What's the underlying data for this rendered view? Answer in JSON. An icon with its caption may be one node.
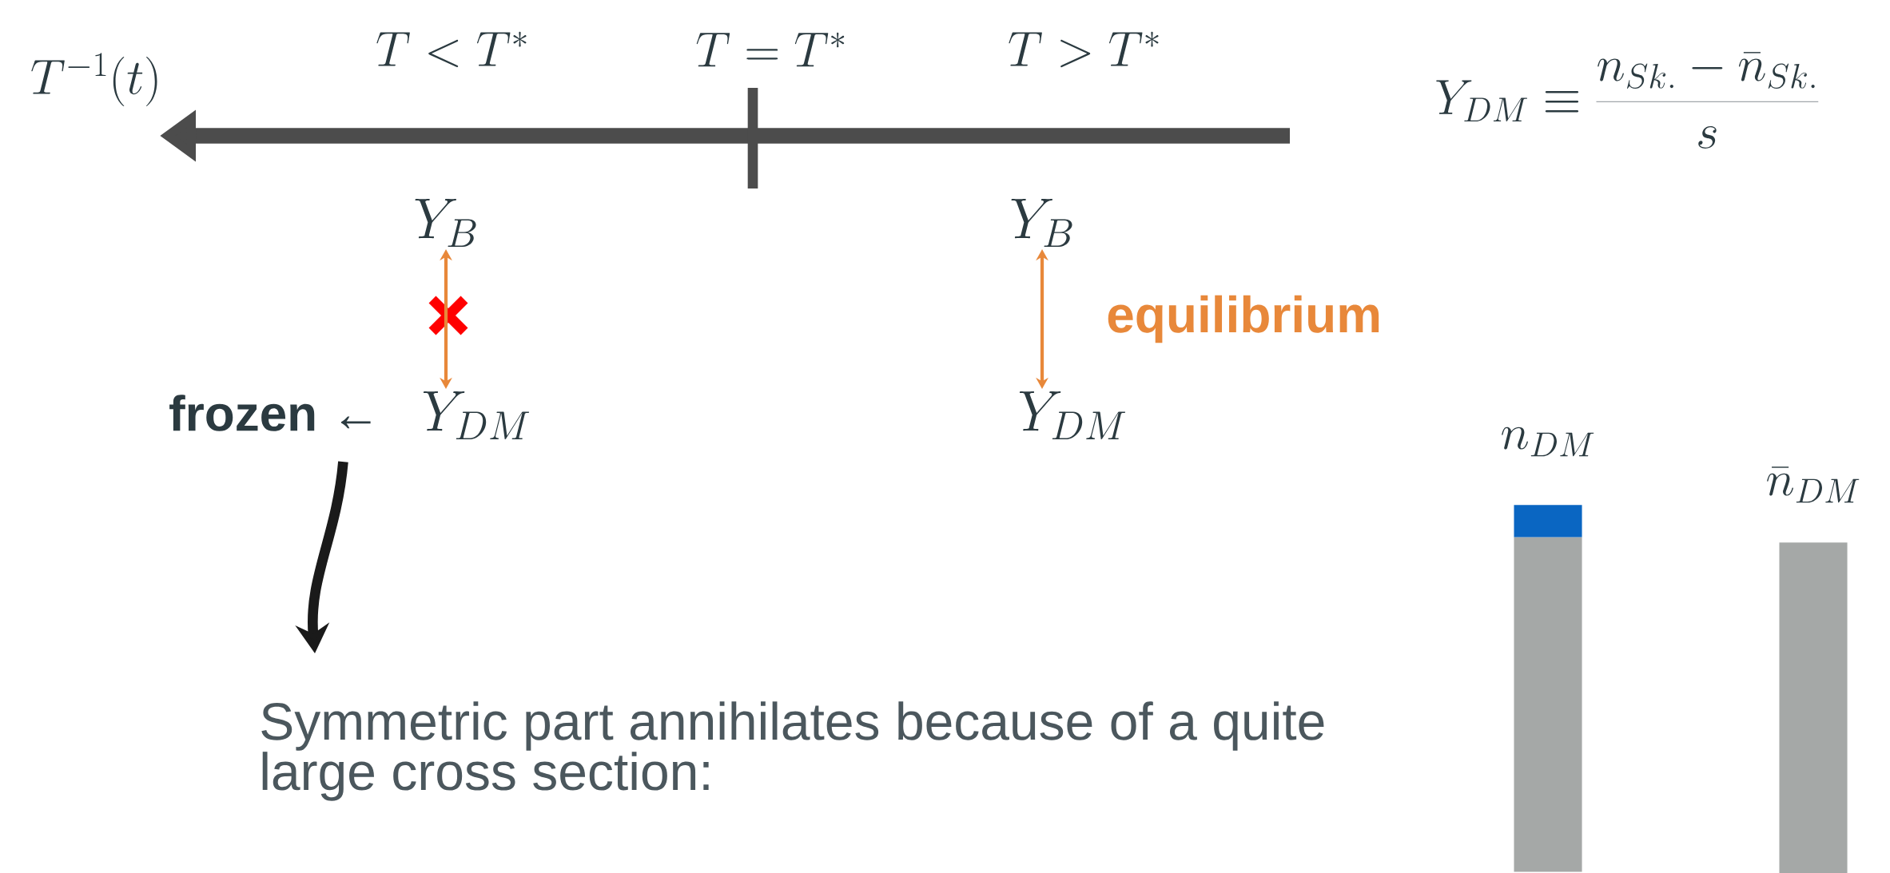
{
  "diagram": {
    "nodes": [
      {
        "text": [
          "Y_B"
        ]
      },
      {
        "text": [
          "Y_{DM}"
        ]
      },
      {
        "text": [
          "Y_B"
        ]
      },
      {
        "text": [
          "Y_{DM}"
        ]
      },
      {
        "text": [
          "Symmetric part annihilates because of a quite large cross section:"
        ]
      },
      {
        "text": [
          "n_{DM}"
        ]
      },
      {
        "text": [
          "\\bar{n}_{DM}"
        ]
      }
    ],
    "edges": [
      {
        "from": 0,
        "to": 1,
        "arrow": "both"
      },
      {
        "from": 2,
        "to": 3,
        "arrow": "both",
        "label": "equilibrium"
      },
      {
        "from": 1,
        "to": 4,
        "arrow": "to",
        "style": "thick",
        "color": "#1a1a1a"
      }
    ],
    "labels": [
      "T^{-1}(t)",
      "T < T^*",
      "T = T^*",
      "T > T^*",
      "Y_{DM} \\equiv \\frac{n_{Sk.} - \\bar{n}_{Sk.}}{s}",
      "frozen ←"
    ]
  }
}
